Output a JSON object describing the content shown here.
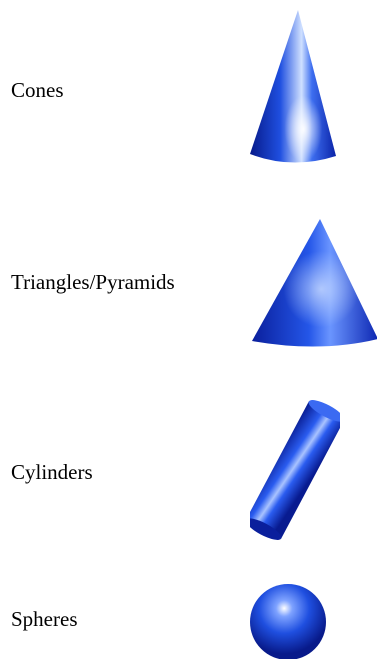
{
  "items": [
    {
      "label": "Cones",
      "shape_icon": "cone-icon"
    },
    {
      "label": "Triangles/Pyramids",
      "shape_icon": "pyramid-icon"
    },
    {
      "label": "Cylinders",
      "shape_icon": "cylinder-icon"
    },
    {
      "label": "Spheres",
      "shape_icon": "sphere-icon"
    }
  ],
  "colors": {
    "shape_dark": "#0a1f9c",
    "shape_mid": "#1f4fe0",
    "shape_light": "#a8c4ff",
    "highlight": "#ffffff",
    "text": "#000000",
    "background": "#ffffff"
  }
}
